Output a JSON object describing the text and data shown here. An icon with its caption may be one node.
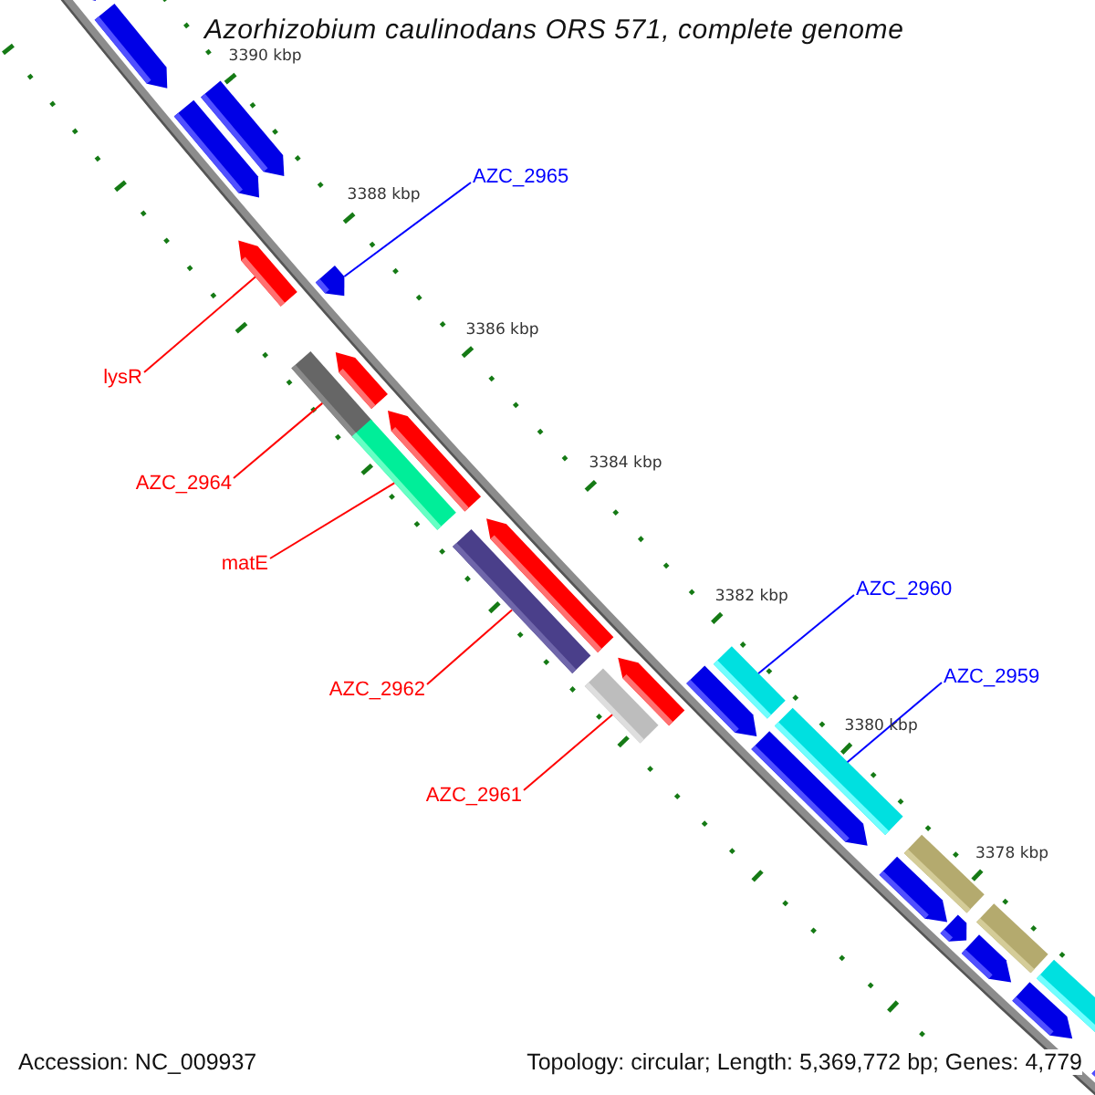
{
  "diagram": {
    "title": "Azorhizobium caulinodans ORS 571, complete genome",
    "nodes": [
      {
        "text": [
          "AZC_2965"
        ]
      },
      {
        "text": [
          "lysR"
        ]
      },
      {
        "text": [
          "AZC_2964"
        ]
      },
      {
        "text": [
          "matE"
        ]
      },
      {
        "text": [
          "AZC_2960"
        ]
      },
      {
        "text": [
          "AZC_2962"
        ]
      },
      {
        "text": [
          "AZC_2959"
        ]
      },
      {
        "text": [
          "AZC_2961"
        ]
      },
      {
        "text": [],
        "shape": "pentagon"
      },
      {
        "text": [],
        "shape": "pentagon"
      },
      {
        "text": [],
        "shape": "pentagon"
      },
      {
        "text": [],
        "shape": "pentagon"
      },
      {
        "text": [],
        "shape": "pentagon"
      },
      {
        "text": [],
        "shape": "bar"
      },
      {
        "text": [],
        "shape": "pentagon"
      },
      {
        "text": [],
        "shape": "pentagon"
      },
      {
        "text": [],
        "shape": "bar"
      },
      {
        "text": [],
        "shape": "pentagon"
      },
      {
        "text": [],
        "shape": "bar"
      },
      {
        "text": [],
        "shape": "pentagon"
      },
      {
        "text": [],
        "shape": "bar"
      },
      {
        "text": [],
        "shape": "pentagon"
      },
      {
        "text": [],
        "shape": "pentagon"
      },
      {
        "text": [],
        "shape": "bar"
      },
      {
        "text": [],
        "shape": "pentagon"
      },
      {
        "text": [],
        "shape": "bar"
      },
      {
        "text": [],
        "shape": "pentagon"
      },
      {
        "text": [],
        "shape": "bar"
      },
      {
        "text": [],
        "shape": "pentagon"
      },
      {
        "text": [],
        "shape": "pentagon"
      },
      {
        "text": [],
        "shape": "bar"
      },
      {
        "text": [],
        "shape": "pentagon"
      },
      {
        "text": [],
        "shape": "bar"
      },
      {
        "text": [],
        "shape": "pentagon"
      }
    ],
    "edges": [
      {
        "from": 0,
        "to": 14,
        "arrow": "none",
        "color": "#0000ff"
      },
      {
        "from": 1,
        "to": 12,
        "arrow": "none"
      },
      {
        "from": 2,
        "to": 13,
        "arrow": "none"
      },
      {
        "from": 3,
        "to": 16,
        "arrow": "none"
      },
      {
        "from": 4,
        "to": 23,
        "arrow": "none",
        "color": "#0000ff"
      },
      {
        "from": 5,
        "to": 18,
        "arrow": "none"
      },
      {
        "from": 6,
        "to": 25,
        "arrow": "none",
        "color": "#0000ff"
      },
      {
        "from": 7,
        "to": 20,
        "arrow": "none"
      }
    ],
    "labels": [
      "3390 kbp",
      "3388 kbp",
      "3386 kbp",
      "3384 kbp",
      "3382 kbp",
      "3380 kbp",
      "3378 kbp",
      "Accession: NC_009937",
      "Topology: circular; Length: 5,369,772 bp; Genes: 4,779"
    ]
  }
}
